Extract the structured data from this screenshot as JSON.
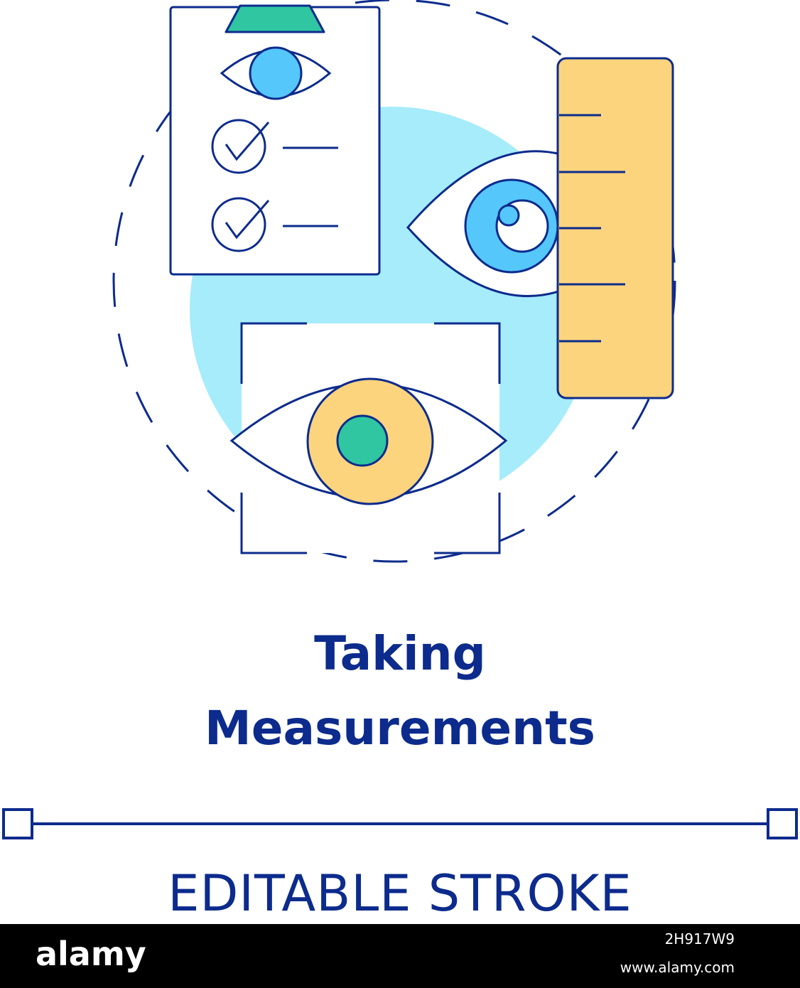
{
  "title": {
    "line1": "Taking",
    "line2": "Measurements"
  },
  "stroke_label": "EDITABLE STROKE",
  "footer": {
    "logo": "alamy",
    "image_id": "2H917W9",
    "site": "www.alamy.com"
  },
  "watermark": "alamy",
  "colors": {
    "outline": "#0c2b8c",
    "light_blue_circle": "#a6ecfb",
    "iris_blue": "#55c7fa",
    "accent_green": "#2fc6a1",
    "ruler_yellow": "#fdd47e",
    "background": "#ffffff",
    "footer_background": "#000000"
  },
  "icons": [
    "clipboard-icon",
    "eye-icon",
    "checkmark-circle-icon",
    "ruler-icon",
    "eye-scan-frame-icon",
    "dashed-circle-icon"
  ]
}
